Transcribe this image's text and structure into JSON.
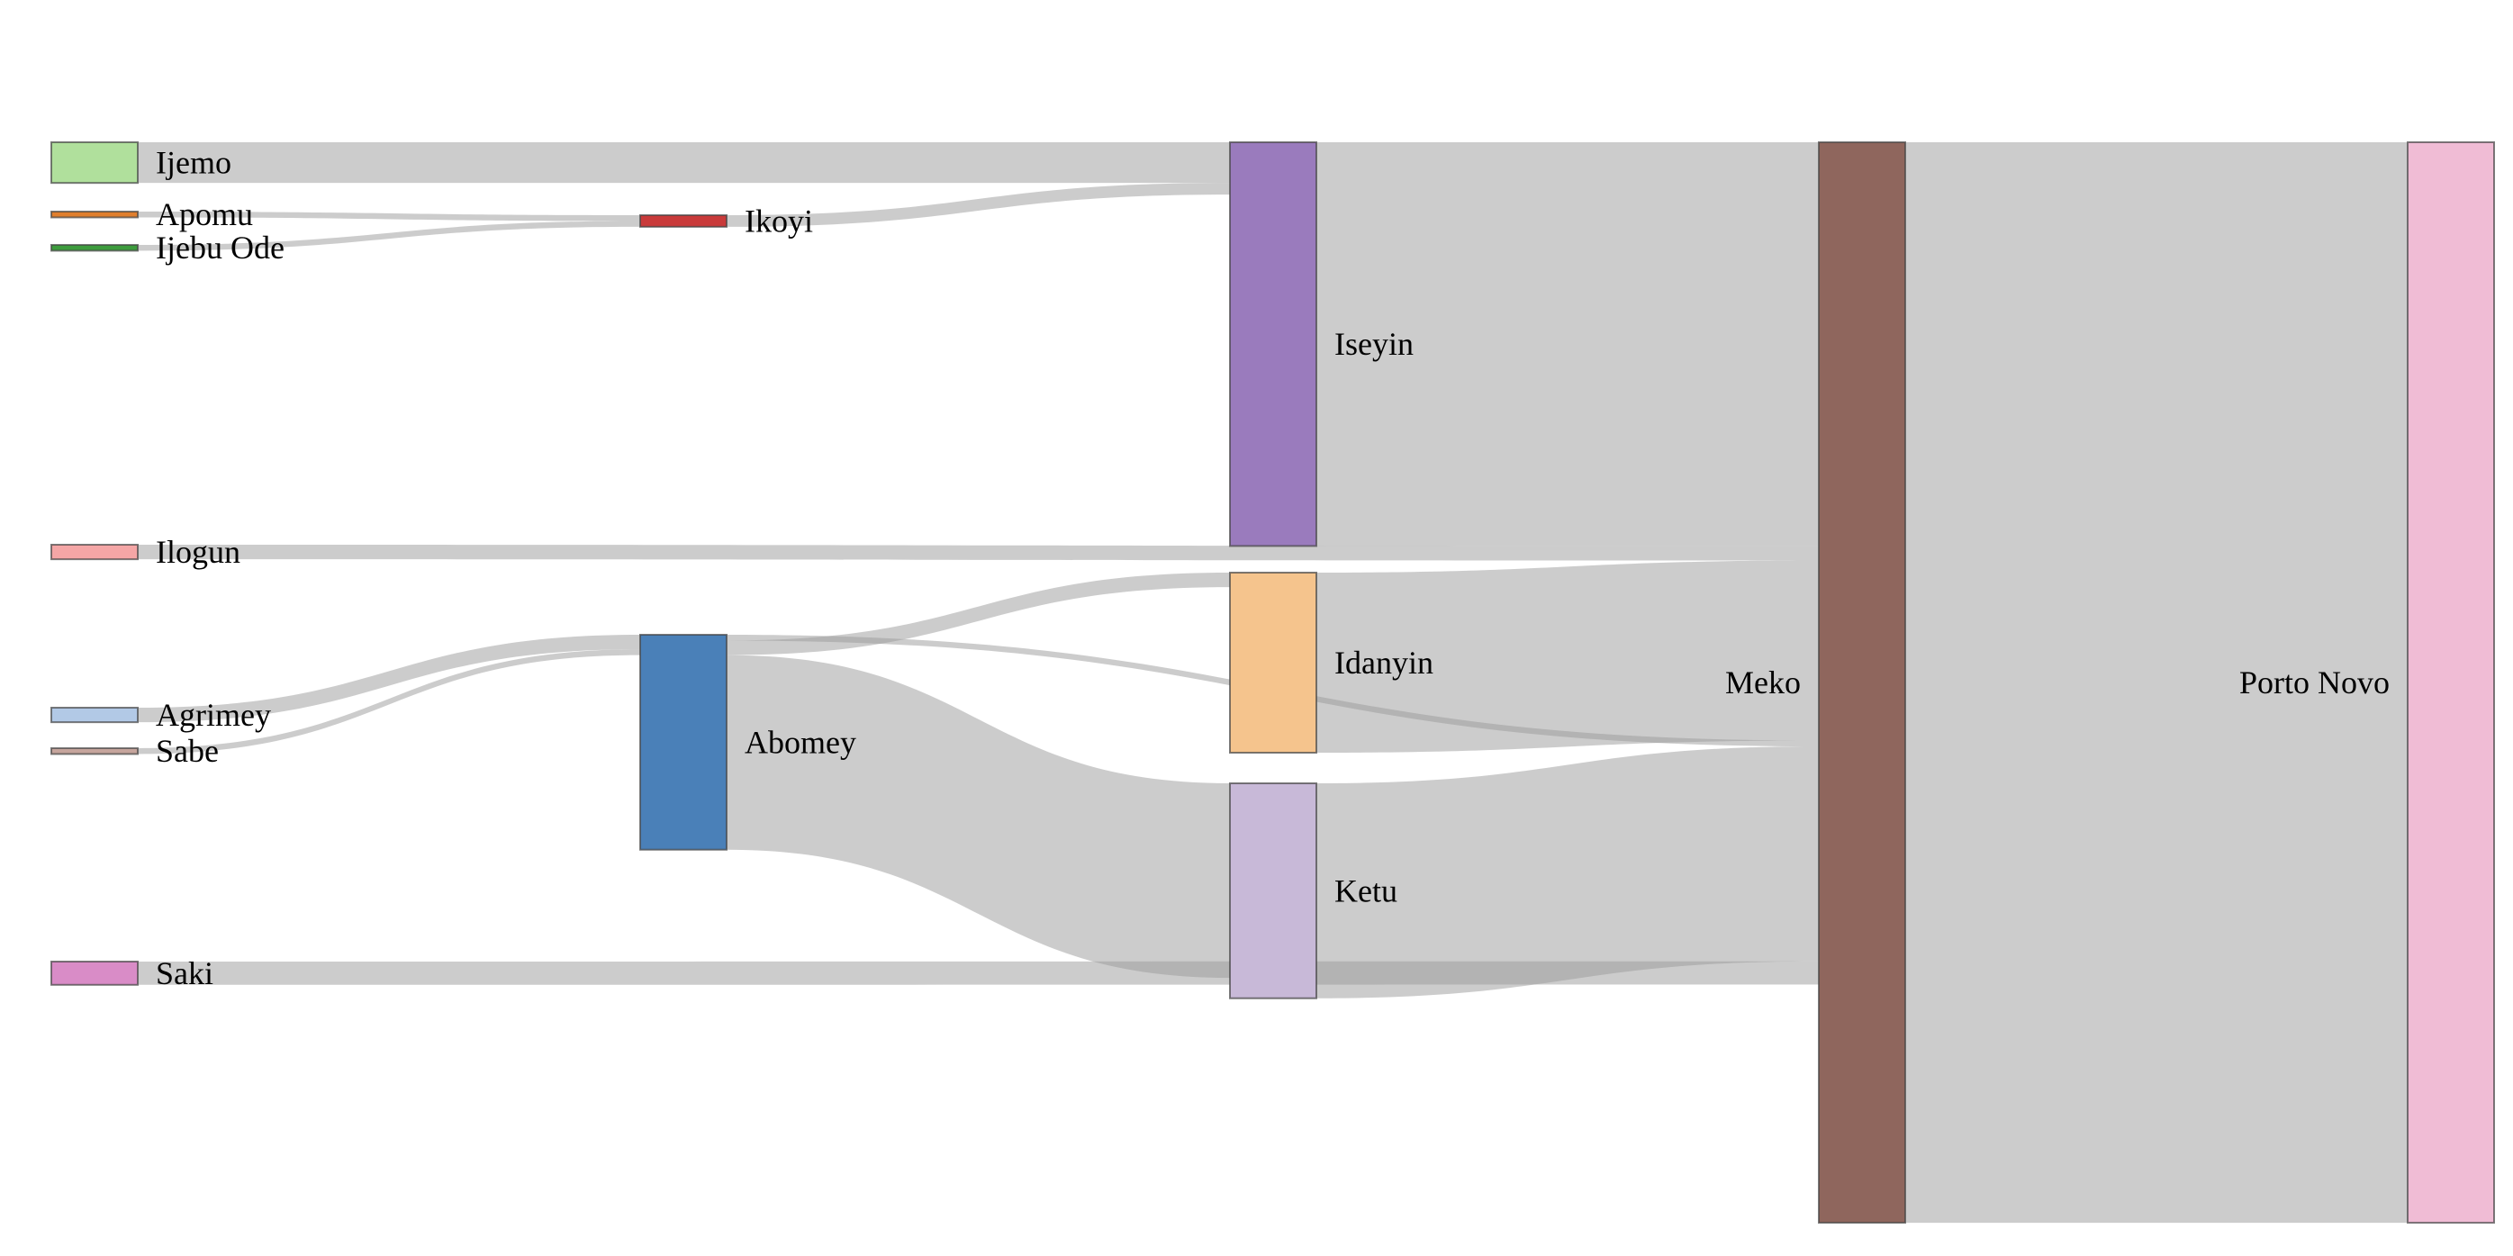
{
  "diagram": {
    "type": "sankey",
    "nodes": [
      {
        "id": "ijemo",
        "name": "Ijemo",
        "color": "#b0e09c",
        "column": 0
      },
      {
        "id": "apomu",
        "name": "Apomu",
        "color": "#e07f2e",
        "column": 0
      },
      {
        "id": "ijebu-ode",
        "name": "Ijebu Ode",
        "color": "#3d9c3d",
        "column": 0
      },
      {
        "id": "ilogun",
        "name": "Ilogun",
        "color": "#f5a6a6",
        "column": 0
      },
      {
        "id": "agrimey",
        "name": "Agrimey",
        "color": "#b2c9e6",
        "column": 0
      },
      {
        "id": "sabe",
        "name": "Sabe",
        "color": "#c6a59d",
        "column": 0
      },
      {
        "id": "saki",
        "name": "Saki",
        "color": "#d98cc7",
        "column": 0
      },
      {
        "id": "ikoyi",
        "name": "Ikoyi",
        "color": "#c93a3a",
        "column": 1
      },
      {
        "id": "abomey",
        "name": "Abomey",
        "color": "#4a80b8",
        "column": 1
      },
      {
        "id": "iseyin",
        "name": "Iseyin",
        "color": "#9a7bbd",
        "column": 2
      },
      {
        "id": "idanyin",
        "name": "Idanyin",
        "color": "#f5c48d",
        "column": 2
      },
      {
        "id": "ketu",
        "name": "Ketu",
        "color": "#c8b9d8",
        "column": 2
      },
      {
        "id": "meko",
        "name": "Meko",
        "color": "#8f665d",
        "column": 3
      },
      {
        "id": "porto-novo",
        "name": "Porto Novo",
        "color": "#f0bcd5",
        "column": 4
      }
    ],
    "links": [
      {
        "source": "ijemo",
        "target": "iseyin",
        "value": 14
      },
      {
        "source": "apomu",
        "target": "ikoyi",
        "value": 2
      },
      {
        "source": "ijebu-ode",
        "target": "ikoyi",
        "value": 2
      },
      {
        "source": "ikoyi",
        "target": "iseyin",
        "value": 4
      },
      {
        "source": "iseyin",
        "target": "meko",
        "value": 139
      },
      {
        "source": "ilogun",
        "target": "meko",
        "value": 5
      },
      {
        "source": "agrimey",
        "target": "abomey",
        "value": 5
      },
      {
        "source": "sabe",
        "target": "abomey",
        "value": 2
      },
      {
        "source": "abomey",
        "target": "idanyin",
        "value": 5
      },
      {
        "source": "abomey",
        "target": "meko",
        "value": 2
      },
      {
        "source": "abomey",
        "target": "ketu",
        "value": 67
      },
      {
        "source": "idanyin",
        "target": "meko",
        "value": 62
      },
      {
        "source": "ketu",
        "target": "meko",
        "value": 74
      },
      {
        "source": "saki",
        "target": "meko",
        "value": 8
      },
      {
        "source": "meko",
        "target": "porto-novo",
        "value": 372
      }
    ]
  }
}
